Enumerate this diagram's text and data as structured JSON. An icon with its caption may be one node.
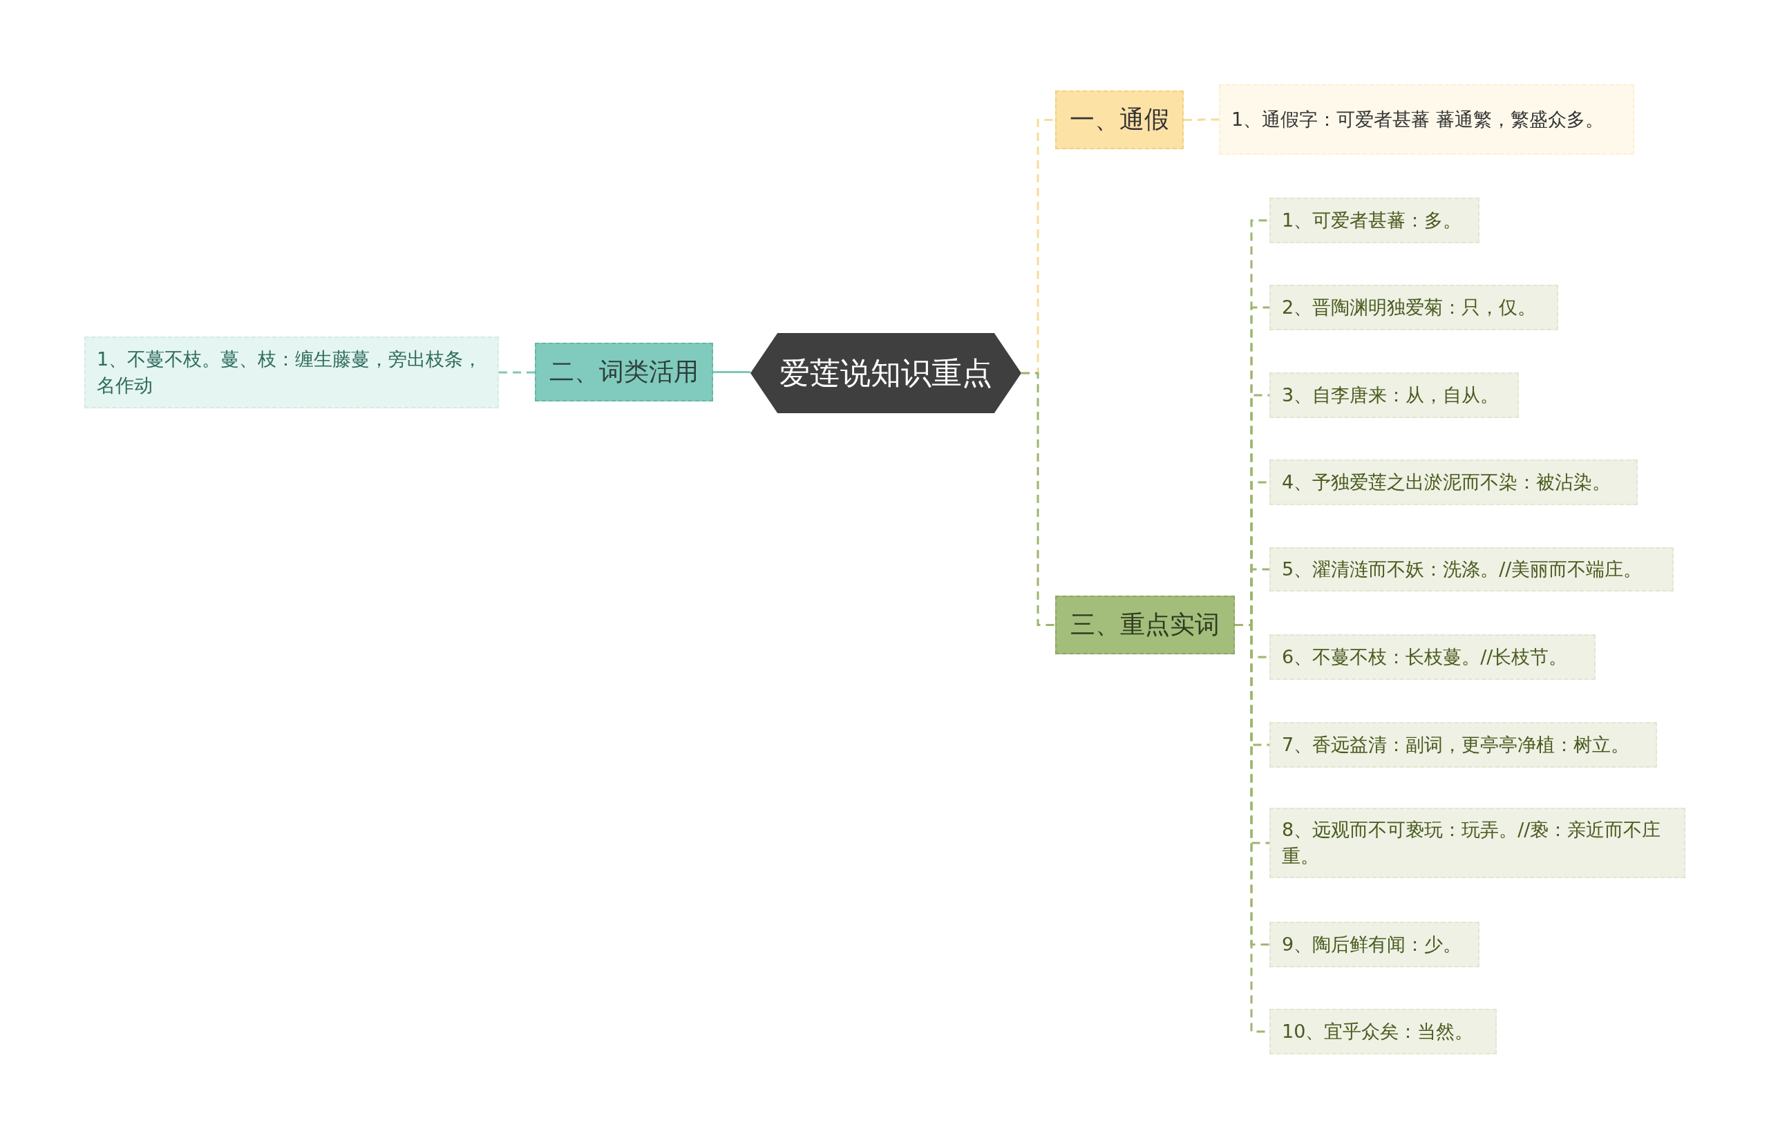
{
  "diagram": {
    "nodes": [
      {
        "text": [
          "爱莲说知识重点"
        ]
      },
      {
        "text": [
          "一、通假"
        ]
      },
      {
        "text": [
          "1、通假字：可爱者甚蕃  蕃通繁，繁盛众多。"
        ]
      },
      {
        "text": [
          "二、词类活用"
        ]
      },
      {
        "text": [
          "1、不蔓不枝。蔓、枝：缠生藤蔓，旁出枝条，名作动"
        ]
      },
      {
        "text": [
          "三、重点实词"
        ]
      },
      {
        "text": [
          "1、可爱者甚蕃：多。"
        ]
      },
      {
        "text": [
          "2、晋陶渊明独爱菊：只，仅。"
        ]
      },
      {
        "text": [
          "3、自李唐来：从，自从。"
        ]
      },
      {
        "text": [
          "4、予独爱莲之出淤泥而不染：被沾染。"
        ]
      },
      {
        "text": [
          "5、濯清涟而不妖：洗涤。//美丽而不端庄。"
        ]
      },
      {
        "text": [
          "6、不蔓不枝：长枝蔓。//长枝节。"
        ]
      },
      {
        "text": [
          "7、香远益清：副词，更亭亭净植：树立。"
        ]
      },
      {
        "text": [
          "8、远观而不可亵玩：玩弄。//亵：亲近而不庄重。"
        ]
      },
      {
        "text": [
          "9、陶后鲜有闻：少。"
        ]
      },
      {
        "text": [
          "10、宜乎众矣：当然。"
        ]
      }
    ],
    "edges": [
      {
        "from": 0,
        "to": 1,
        "arrow": "none",
        "style": "dashed",
        "color": "#f6dc9c"
      },
      {
        "from": 1,
        "to": 2,
        "arrow": "none",
        "style": "dashed",
        "color": "#f6dc9c"
      },
      {
        "from": 0,
        "to": 3,
        "arrow": "none",
        "color": "#7ec8b8"
      },
      {
        "from": 3,
        "to": 4,
        "arrow": "none",
        "style": "dashed",
        "color": "#7ec8b8"
      },
      {
        "from": 0,
        "to": 5,
        "arrow": "none",
        "style": "dashed"
      },
      {
        "from": 5,
        "to": 6,
        "arrow": "none",
        "style": "dashed"
      },
      {
        "from": 5,
        "to": 7,
        "arrow": "none",
        "style": "dashed"
      },
      {
        "from": 5,
        "to": 8,
        "arrow": "none",
        "style": "dashed"
      },
      {
        "from": 5,
        "to": 9,
        "arrow": "none",
        "style": "dashed"
      },
      {
        "from": 5,
        "to": 10,
        "arrow": "none",
        "style": "dashed"
      },
      {
        "from": 5,
        "to": 11,
        "arrow": "none",
        "style": "dashed"
      },
      {
        "from": 5,
        "to": 12,
        "arrow": "none",
        "style": "dashed"
      },
      {
        "from": 5,
        "to": 13,
        "arrow": "none",
        "style": "dashed"
      },
      {
        "from": 5,
        "to": 14,
        "arrow": "none",
        "style": "dashed"
      },
      {
        "from": 5,
        "to": 15,
        "arrow": "none",
        "style": "dashed"
      }
    ]
  }
}
